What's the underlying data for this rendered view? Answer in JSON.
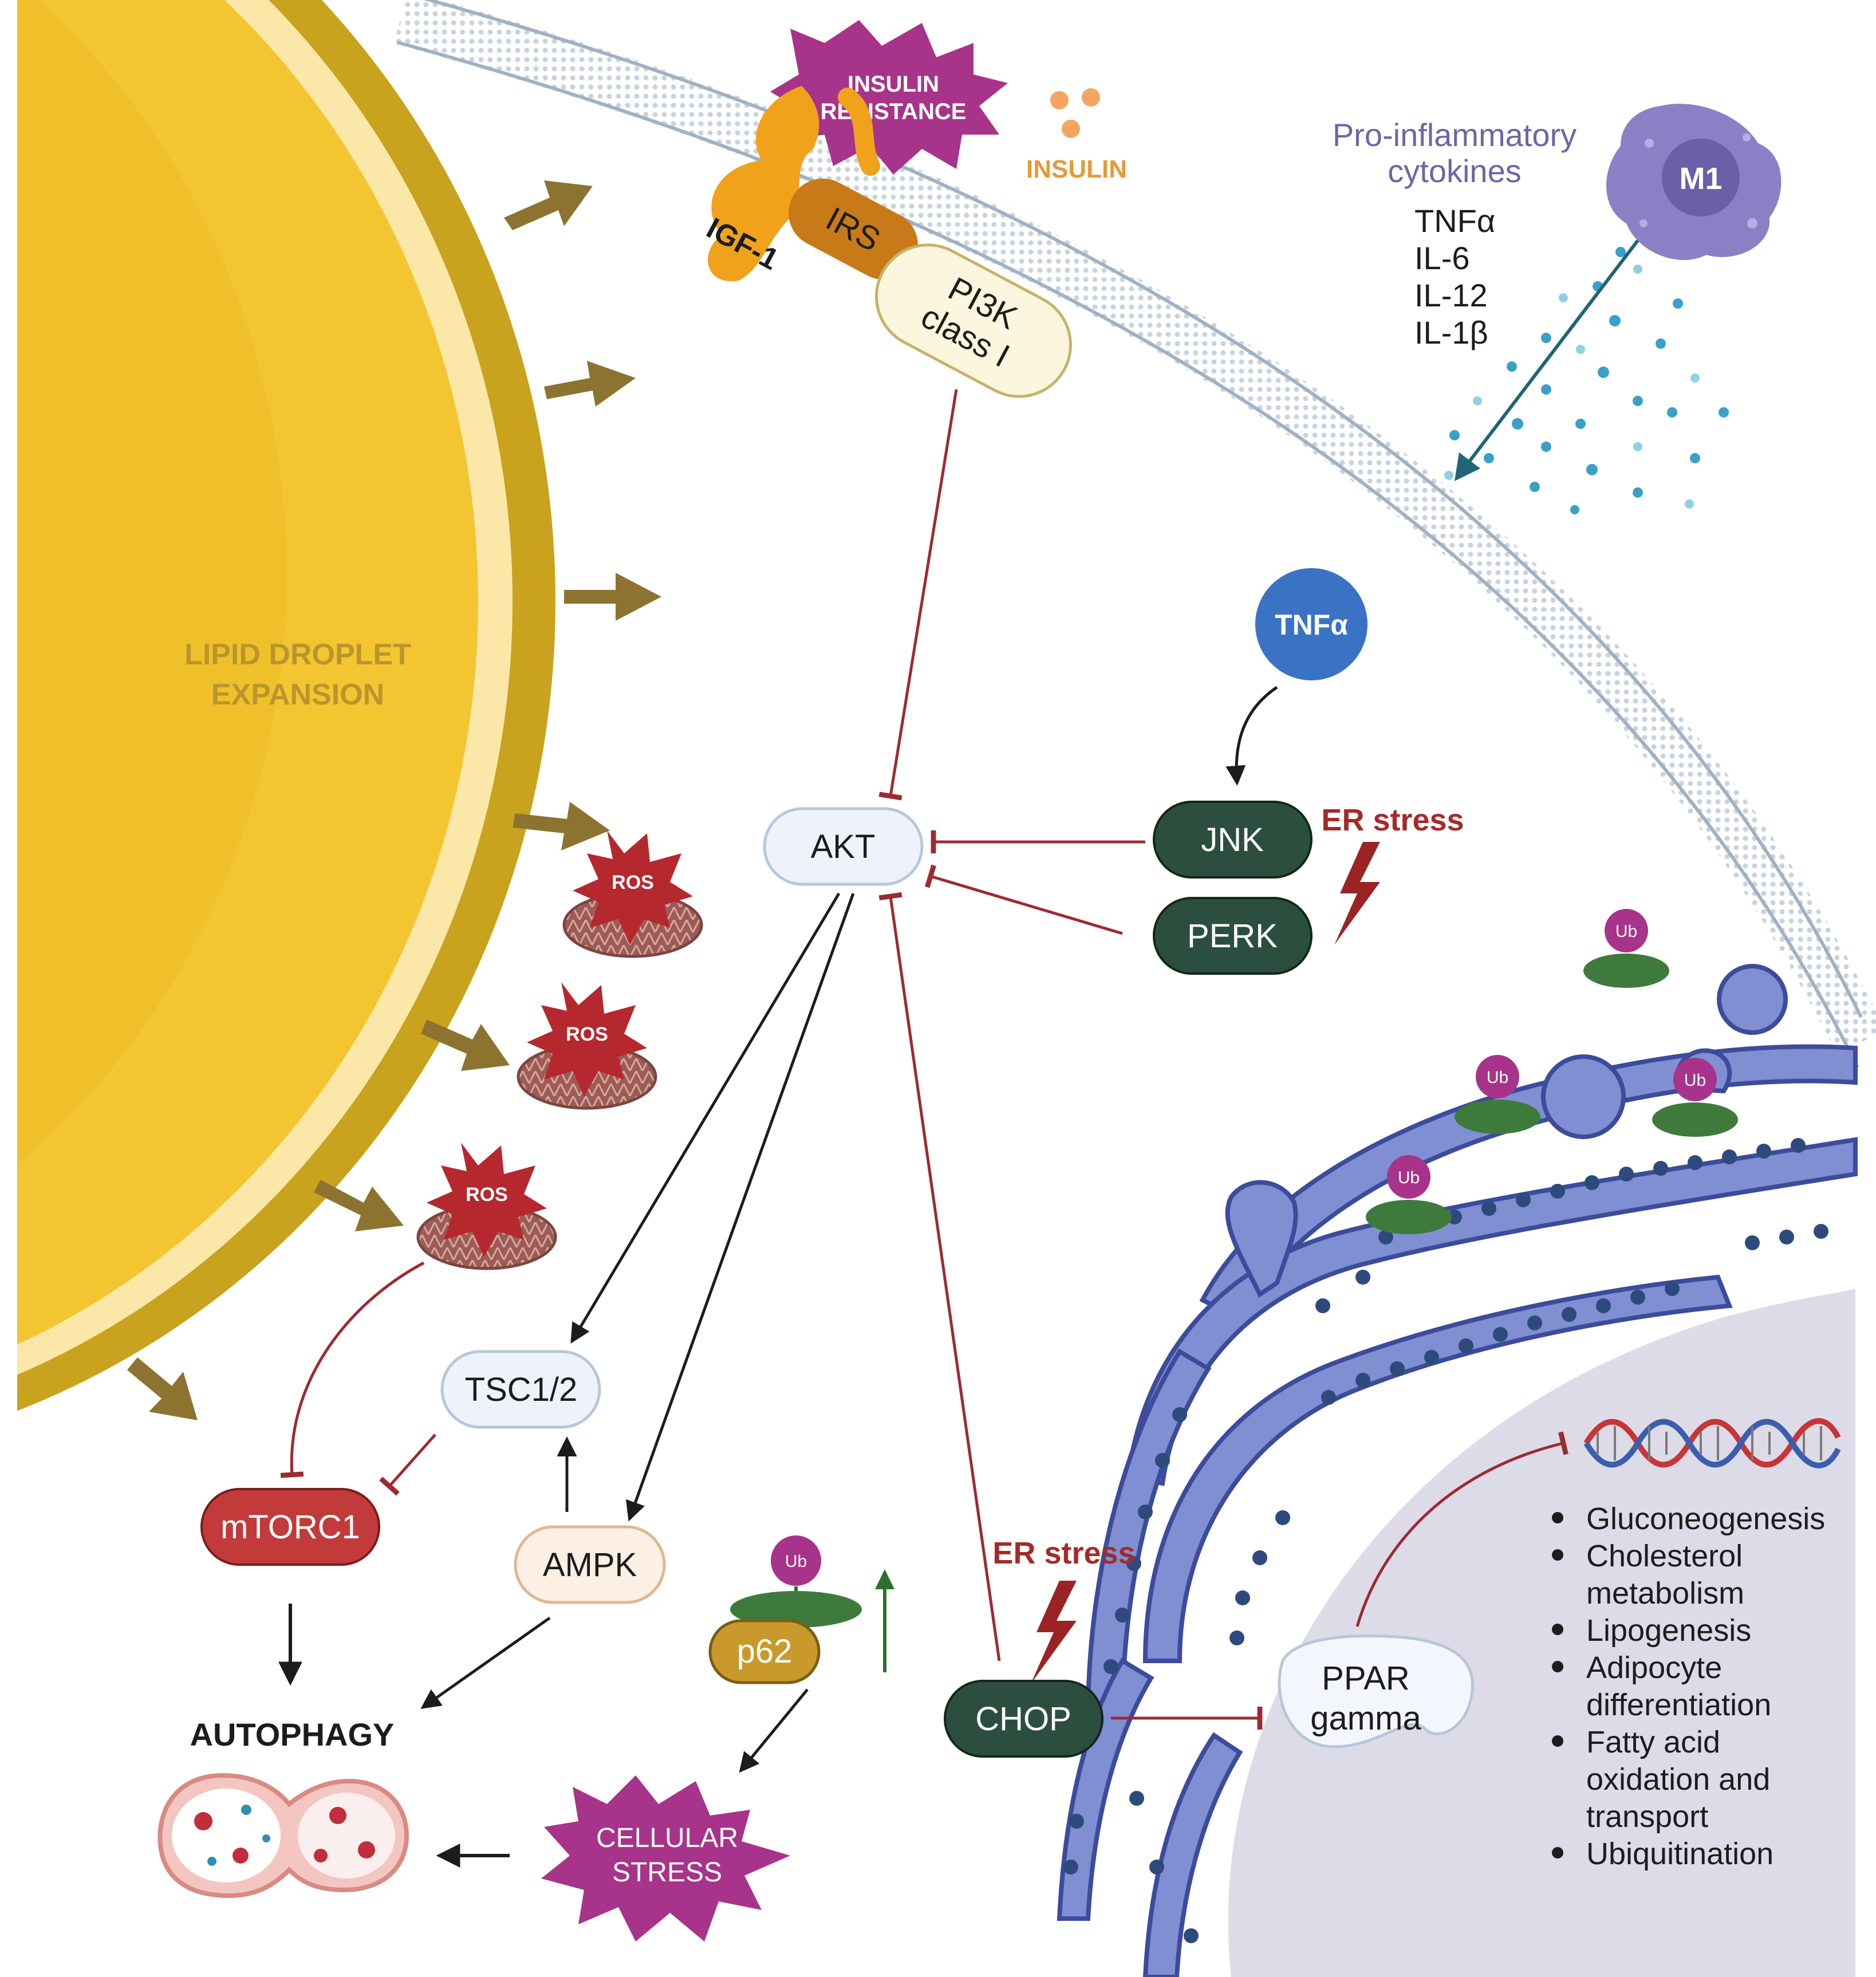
{
  "lipid_droplet_label": [
    "LIPID DROPLET",
    "EXPANSION"
  ],
  "insulin_resistance": [
    "INSULIN",
    "RESISTANCE"
  ],
  "insulin_label": "INSULIN",
  "igf1_label": "IGF-1",
  "irs_label": "IRS",
  "pi3k_label": [
    "PI3K",
    "class I"
  ],
  "macrophage": {
    "title": [
      "Pro-inflammatory",
      "cytokines"
    ],
    "cell_label": "M1",
    "cytokines": [
      "TNFα",
      "IL-6",
      "IL-12",
      "IL-1β"
    ]
  },
  "tnfa_node": "TNFα",
  "jnk_node": "JNK",
  "perk_node": "PERK",
  "er_stress_top": "ER stress",
  "er_stress_bottom": "ER stress",
  "akt_node": "AKT",
  "ros_label": "ROS",
  "tsc_node": "TSC1/2",
  "mtorc1_node": "mTORC1",
  "ampk_node": "AMPK",
  "autophagy_label": "AUTOPHAGY",
  "ub_label": "Ub",
  "p62_node": "p62",
  "cellular_stress": [
    "CELLULAR",
    "STRESS"
  ],
  "chop_node": "CHOP",
  "ppar_node": [
    "PPAR",
    "gamma"
  ],
  "gene_targets": [
    [
      "Gluconeogenesis"
    ],
    [
      "Cholesterol",
      "metabolism"
    ],
    [
      "Lipogenesis"
    ],
    [
      "Adipocyte",
      "differentiation"
    ],
    [
      "Fatty acid",
      "oxidation and",
      "transport"
    ],
    [
      "Ubiquitination"
    ]
  ],
  "colors": {
    "droplet_gold": "#f3c531",
    "droplet_rim": "#c9a21e",
    "dark_green": "#2b4e3f",
    "inhibit_red": "#9c2b31",
    "burst_magenta": "#a7338a",
    "er_blue": "#7f8fd1",
    "nucleus": "#dedbe9",
    "tnf_blue": "#3a73c4",
    "m1_purple": "#8b80c6",
    "mtorc1_red": "#c33a3a"
  }
}
